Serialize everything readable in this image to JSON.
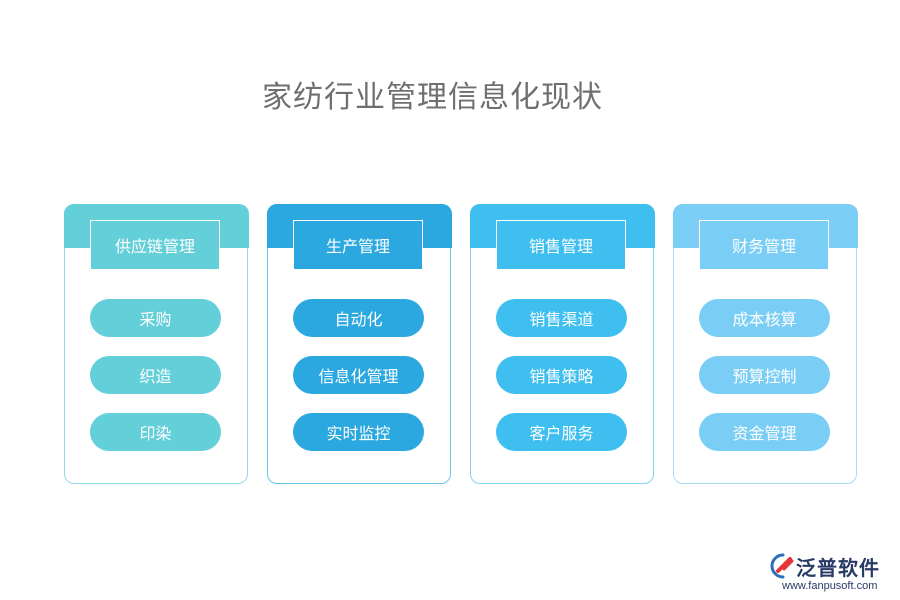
{
  "title": "家纺行业管理信息化现状",
  "columns": [
    {
      "header": "供应链管理",
      "color": "#63cfd8",
      "border": "#8fdde3",
      "items": [
        "采购",
        "织造",
        "印染"
      ]
    },
    {
      "header": "生产管理",
      "color": "#2ba8e0",
      "border": "#6ec3ea",
      "items": [
        "自动化",
        "信息化管理",
        "实时监控"
      ]
    },
    {
      "header": "销售管理",
      "color": "#3ebfef",
      "border": "#7fd3f3",
      "items": [
        "销售渠道",
        "销售策略",
        "客户服务"
      ]
    },
    {
      "header": "财务管理",
      "color": "#7acdf5",
      "border": "#a6dcf7",
      "items": [
        "成本核算",
        "预算控制",
        "资金管理"
      ]
    }
  ],
  "logo": {
    "name": "泛普软件",
    "url": "www.fanpusoft.com",
    "colors": {
      "red": "#e6343a",
      "blue": "#2a6fb8",
      "navy": "#2a3a66"
    }
  }
}
